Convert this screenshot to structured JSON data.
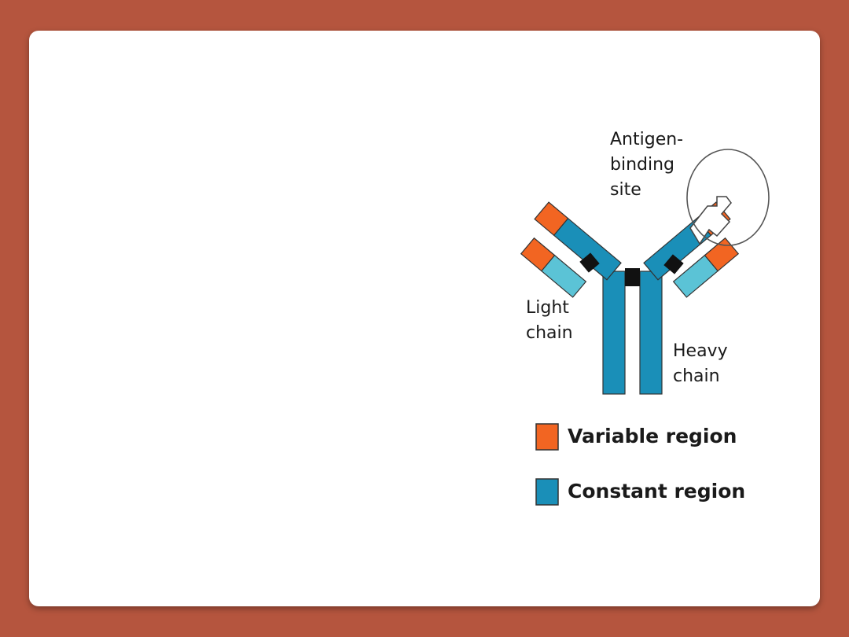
{
  "labels": {
    "antigen_line1": "Antigen-",
    "antigen_line2": "binding",
    "antigen_line3": "site",
    "light_line1": "Light",
    "light_line2": "chain",
    "heavy_line1": "Heavy",
    "heavy_line2": "chain"
  },
  "legend": [
    {
      "label": "Variable region",
      "color": "#F26522"
    },
    {
      "label": "Constant region",
      "color": "#1A8FB8"
    }
  ],
  "colors": {
    "variable": "#F26522",
    "constant": "#1A8FB8",
    "light_constant": "#5BC3D6",
    "hinge": "#111111",
    "frame": "#B5553E"
  }
}
